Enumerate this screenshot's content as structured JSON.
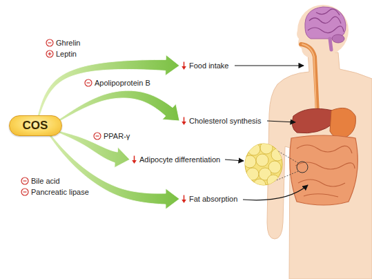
{
  "diagram": {
    "nodes": [
      {
        "text": [
          "COS"
        ]
      },
      {
        "text": [
          "Food intake"
        ]
      },
      {
        "text": [
          "Cholesterol synthesis"
        ]
      },
      {
        "text": [
          "Adipocyte differentiation"
        ]
      },
      {
        "text": [
          "Fat absorption"
        ]
      }
    ],
    "edges": [
      {
        "from": 0,
        "to": 1,
        "arrow": "to"
      },
      {
        "from": 0,
        "to": 2,
        "arrow": "to"
      },
      {
        "from": 0,
        "to": 3,
        "arrow": "to"
      },
      {
        "from": 0,
        "to": 4,
        "arrow": "to"
      }
    ],
    "labels": [
      "Ghrelin",
      "Leptin",
      "Apolipoprotein B",
      "PPAR-γ",
      "Bile acid",
      "Pancreatic lipase"
    ]
  }
}
